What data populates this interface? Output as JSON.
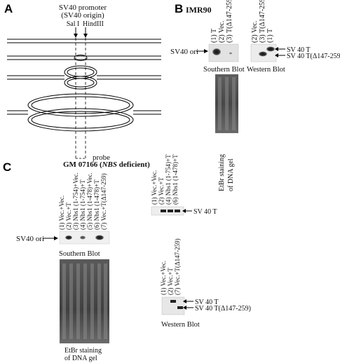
{
  "panels": {
    "a": {
      "letter": "A",
      "promoter_line1": "SV40 promoter",
      "promoter_line2": "(SV40 origin)",
      "site_left": "Sal I",
      "site_right": "HindIII",
      "probe": "probe"
    },
    "b": {
      "letter": "B",
      "cell_line": "IMR90",
      "southern_lanes": [
        "(1) T",
        "(2) Vec.",
        "(3) T(Δ147-259)"
      ],
      "western_lanes": [
        "(2) Vec.",
        "(3) T(Δ147-259)",
        "(1) T"
      ],
      "ori_label": "SV40 ori",
      "southern_caption": "Southern Blot",
      "western_caption": "Western Blot",
      "etbr_line1": "EtBr staining",
      "etbr_line2": "of DNA gel",
      "western_band1": "SV 40 T",
      "western_band2": "SV 40 T(Δ147-259)"
    },
    "c": {
      "letter": "C",
      "title_pre": "GM 07166 (",
      "title_ital": "NBS",
      "title_post": " deficient)",
      "southern_lanes": [
        "(1) Vec.+Vec.",
        "(2) Vec.+T",
        "(3) Nbs1 (1-754)+Vec.",
        "(4) Nbs1 (1-754)+T",
        "(5) Nbs1 (1-478)+Vec.",
        "(6) Nbs1 (1-478)+T",
        "(7) Vec.+T(Δ147-259)"
      ],
      "top_western_lanes": [
        "(1) Vec.+Vec.",
        "(2) Vec.+T",
        "(4) Nbs1 (1-754)+T",
        "(6) Nbs1 (1-478)+T"
      ],
      "bottom_western_lanes": [
        "(1) Vec.+Vec.",
        "(2) Vec.+T",
        "(7) Vec.+T(Δ147-259)"
      ],
      "ori_label": "SV40 ori",
      "southern_caption": "Southern Blot",
      "etbr_line1": "EtBr staining",
      "etbr_line2": "of DNA gel",
      "top_band": "SV 40 T",
      "bottom_band1": "SV 40 T",
      "bottom_band2": "SV 40 T(Δ147-259)",
      "western_caption": "Western Blot"
    }
  }
}
